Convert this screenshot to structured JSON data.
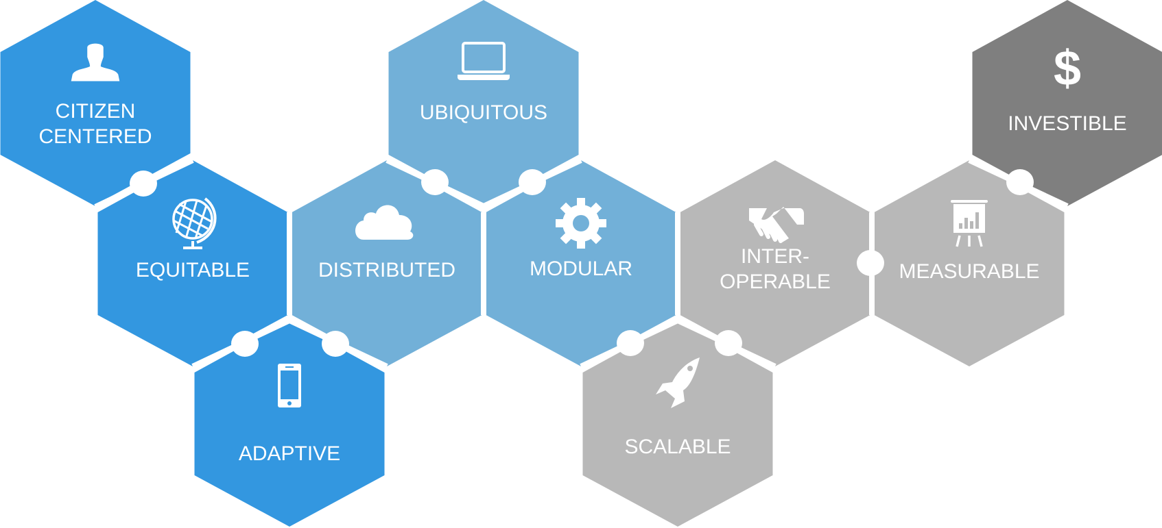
{
  "colors": {
    "primary_blue": "#3397e0",
    "light_blue": "#72b0d8",
    "light_gray": "#b8b8b8",
    "dark_gray": "#7f7f7f",
    "separator": "#ffffff"
  },
  "hexagons": [
    {
      "id": "citizen-centered",
      "lines": [
        "CITIZEN",
        "CENTERED"
      ],
      "icon": "person-icon",
      "color": "primary_blue"
    },
    {
      "id": "equitable",
      "lines": [
        "EQUITABLE"
      ],
      "icon": "globe-icon",
      "color": "primary_blue"
    },
    {
      "id": "adaptive",
      "lines": [
        "ADAPTIVE"
      ],
      "icon": "smartphone-icon",
      "color": "primary_blue"
    },
    {
      "id": "ubiquitous",
      "lines": [
        "UBIQUITOUS"
      ],
      "icon": "laptop-icon",
      "color": "light_blue"
    },
    {
      "id": "distributed",
      "lines": [
        "DISTRIBUTED"
      ],
      "icon": "cloud-icon",
      "color": "light_blue"
    },
    {
      "id": "modular",
      "lines": [
        "MODULAR"
      ],
      "icon": "gear-icon",
      "color": "light_blue"
    },
    {
      "id": "interoperable",
      "lines": [
        "INTER-",
        "OPERABLE"
      ],
      "icon": "handshake-icon",
      "color": "light_gray"
    },
    {
      "id": "scalable",
      "lines": [
        "SCALABLE"
      ],
      "icon": "rocket-icon",
      "color": "light_gray"
    },
    {
      "id": "measurable",
      "lines": [
        "MEASURABLE"
      ],
      "icon": "presentation-chart-icon",
      "color": "light_gray"
    },
    {
      "id": "investible",
      "lines": [
        "INVESTIBLE"
      ],
      "icon": "dollar-icon",
      "color": "dark_gray"
    }
  ],
  "icon_glyphs": {
    "dollar-icon": "$"
  }
}
